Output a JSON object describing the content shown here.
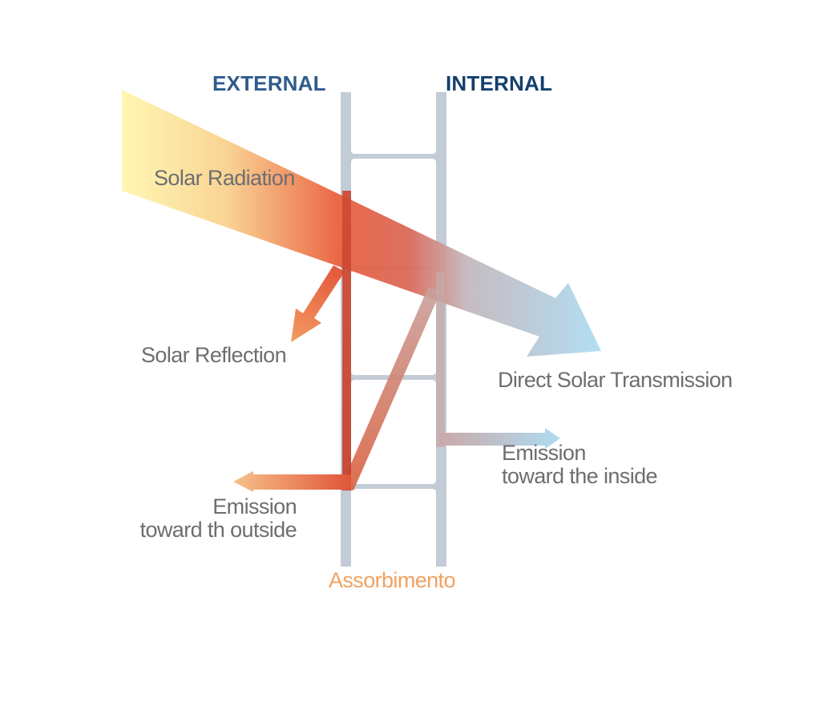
{
  "labels": {
    "external": "EXTERNAL",
    "internal": "INTERNAL",
    "solar_radiation": "Solar Radiation",
    "solar_reflection": "Solar  Reflection",
    "direct_transmission": "Direct Solar Transmission",
    "emission_inside_line1": "Emission",
    "emission_inside_line2": "toward the inside",
    "emission_outside_line1": "Emission",
    "emission_outside_line2": "toward th outside",
    "absorption": "Assorbimento"
  },
  "colors": {
    "side_label": "#2e5b8c",
    "frame": "#c3ccd6",
    "text": "#6d6e71",
    "absorption_text": "#f0a261",
    "radiation_start": "#fff7b3",
    "radiation_mid": "#e8573a",
    "transmission_end": "#aedcf2"
  }
}
